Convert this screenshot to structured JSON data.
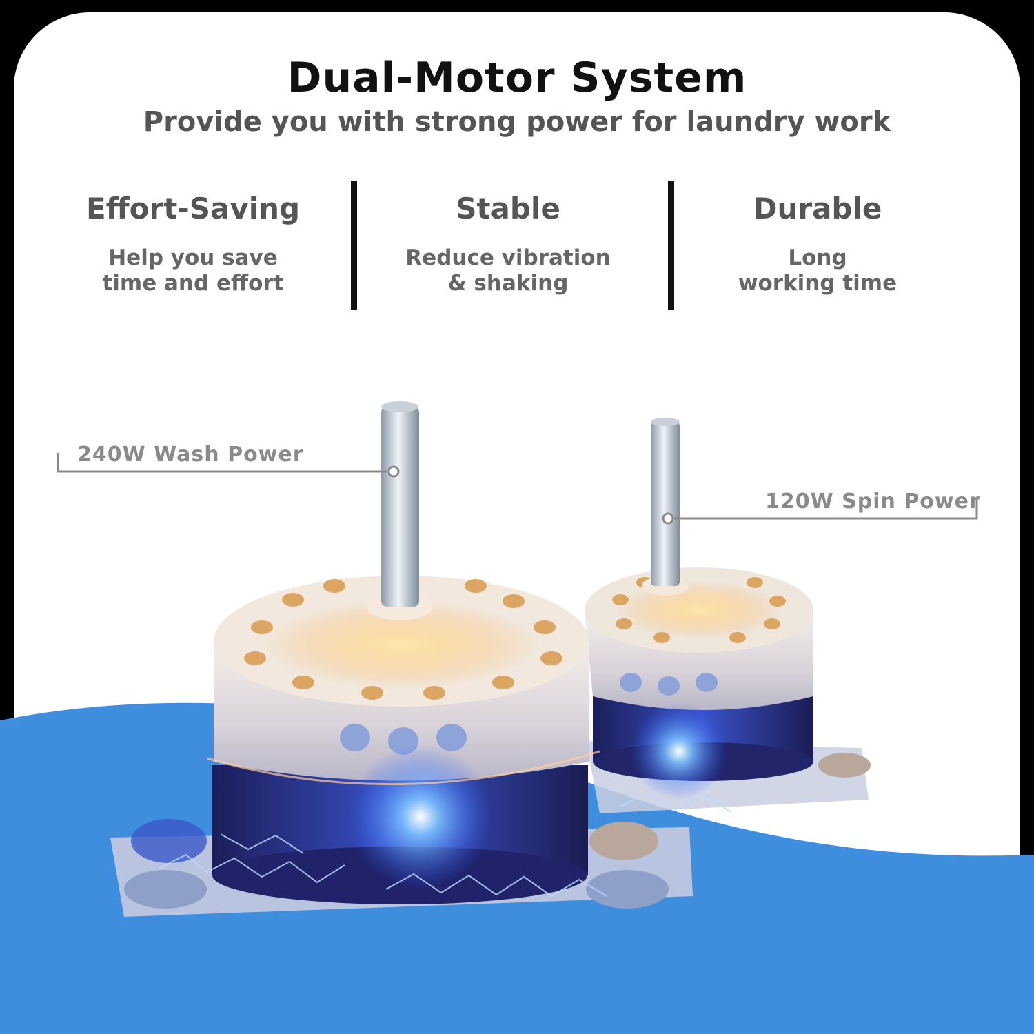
{
  "header": {
    "title": "Dual-Motor System",
    "subtitle": "Provide you with strong power for laundry work"
  },
  "features": [
    {
      "title": "Effort-Saving",
      "desc_line1": "Help you save",
      "desc_line2": "time and effort"
    },
    {
      "title": "Stable",
      "desc_line1": "Reduce vibration",
      "desc_line2": "& shaking"
    },
    {
      "title": "Durable",
      "desc_line1": "Long",
      "desc_line2": "working time"
    }
  ],
  "callouts": {
    "wash": "240W Wash Power",
    "spin": "120W Spin Power"
  },
  "colors": {
    "background": "#000000",
    "card": "#ffffff",
    "wave": "#3f8ede",
    "title": "#111111",
    "subtitle": "#555555",
    "callout": "#8a8a8a"
  },
  "image": {
    "subject": "two-washing-machine-motors-with-electric-glow"
  }
}
